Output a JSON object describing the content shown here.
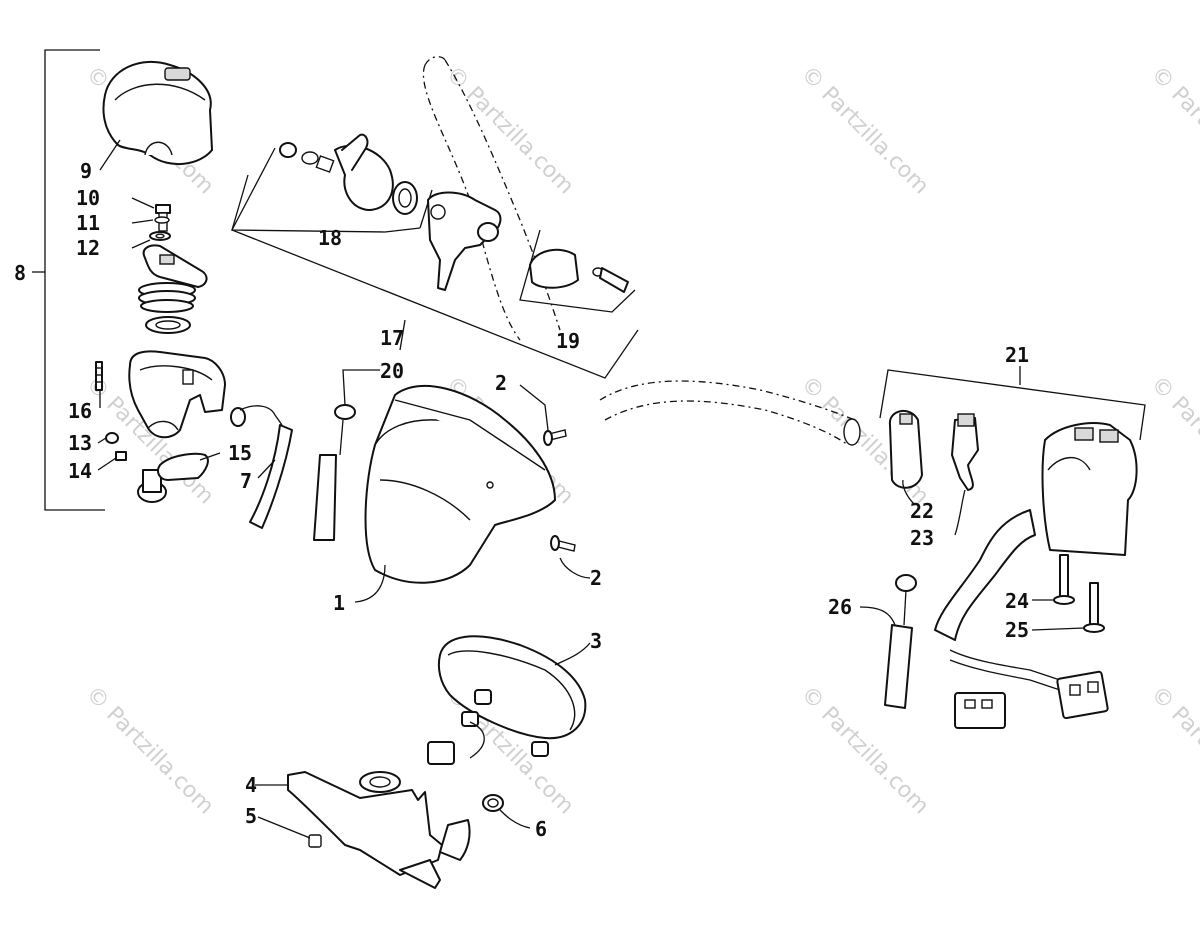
{
  "watermark": "© Partzilla.com",
  "colors": {
    "ink": "#111111",
    "watermark": "#d0d0d0",
    "background": "#ffffff"
  },
  "callouts": {
    "c1": "1",
    "c2a": "2",
    "c2b": "2",
    "c3": "3",
    "c4": "4",
    "c5": "5",
    "c6": "6",
    "c7": "7",
    "c8": "8",
    "c9": "9",
    "c10": "10",
    "c11": "11",
    "c12": "12",
    "c13": "13",
    "c14": "14",
    "c15": "15",
    "c16": "16",
    "c17": "17",
    "c18": "18",
    "c19": "19",
    "c20": "20",
    "c21": "21",
    "c22": "22",
    "c23": "23",
    "c24": "24",
    "c25": "25",
    "c26": "26"
  }
}
